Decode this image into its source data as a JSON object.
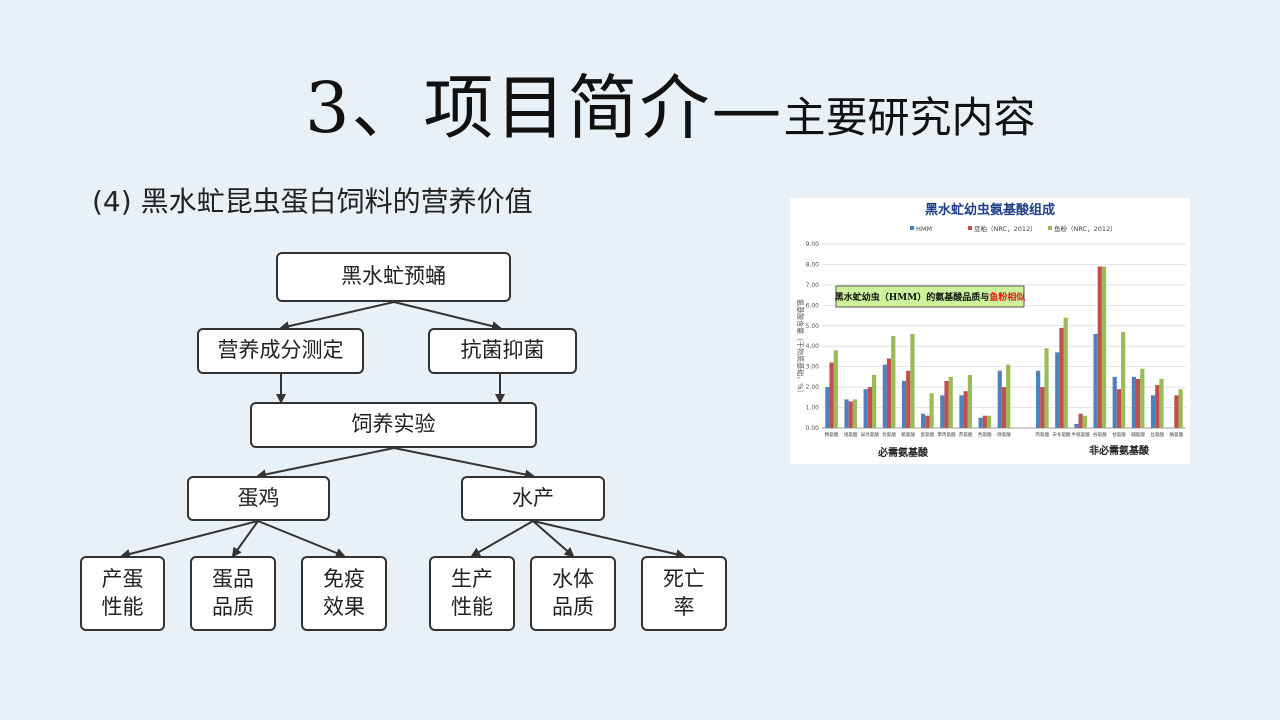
{
  "slide": {
    "title_main": "3、项目简介—",
    "title_sub": "主要研究内容",
    "subtitle": "(4) 黑水虻昆虫蛋白饲料的营养价值"
  },
  "flow": {
    "root": "黑水虻预蛹",
    "nutrition": "营养成分测定",
    "antibacterial": "抗菌抑菌",
    "feeding": "饲养实验",
    "layer": "蛋鸡",
    "aqua": "水产",
    "l1": "产蛋\n性能",
    "l2": "蛋品\n品质",
    "l3": "免疫\n效果",
    "a1": "生产\n性能",
    "a2": "水体\n品质",
    "a3": "死亡\n率"
  },
  "chart_data": {
    "type": "bar",
    "title": "黑水虻幼虫氨基酸组成",
    "ylabel": "氨基酸含量（干物质基础，%）",
    "ylim": [
      0,
      9
    ],
    "yticks": [
      "0.00",
      "1.00",
      "2.00",
      "3.00",
      "4.00",
      "5.00",
      "6.00",
      "7.00",
      "8.00",
      "9.00"
    ],
    "annotation_prefix": "黑水虻幼虫（HMM）的氨基酸品质与",
    "annotation_highlight": "鱼粉相似",
    "group_labels": [
      "必需氨基酸",
      "非必需氨基酸"
    ],
    "categories": [
      "精氨酸",
      "组氨酸",
      "异亮氨酸",
      "亮氨酸",
      "赖氨酸",
      "蛋氨酸",
      "苯丙氨酸",
      "苏氨酸",
      "色氨酸",
      "缬氨酸",
      "丙氨酸",
      "天冬氨酸",
      "半胱氨酸",
      "谷氨酸",
      "甘氨酸",
      "脯氨酸",
      "丝氨酸",
      "酪氨酸"
    ],
    "series": [
      {
        "name": "HMM",
        "color": "#4f81bd",
        "values": [
          2.0,
          1.4,
          1.9,
          3.1,
          2.3,
          0.7,
          1.6,
          1.6,
          0.5,
          2.8,
          2.8,
          3.7,
          0.2,
          4.6,
          2.5,
          2.5,
          1.6,
          0.0
        ]
      },
      {
        "name": "豆粕（NRC，2012）",
        "color": "#c0504d",
        "values": [
          3.2,
          1.3,
          2.0,
          3.4,
          2.8,
          0.6,
          2.3,
          1.8,
          0.6,
          2.0,
          2.0,
          4.9,
          0.7,
          7.9,
          1.9,
          2.4,
          2.1,
          1.6
        ]
      },
      {
        "name": "鱼粉（NRC，2012）",
        "color": "#9bbb59",
        "values": [
          3.8,
          1.4,
          2.6,
          4.5,
          4.6,
          1.7,
          2.5,
          2.6,
          0.6,
          3.1,
          3.9,
          5.4,
          0.6,
          7.9,
          4.7,
          2.9,
          2.4,
          1.9
        ]
      }
    ]
  }
}
